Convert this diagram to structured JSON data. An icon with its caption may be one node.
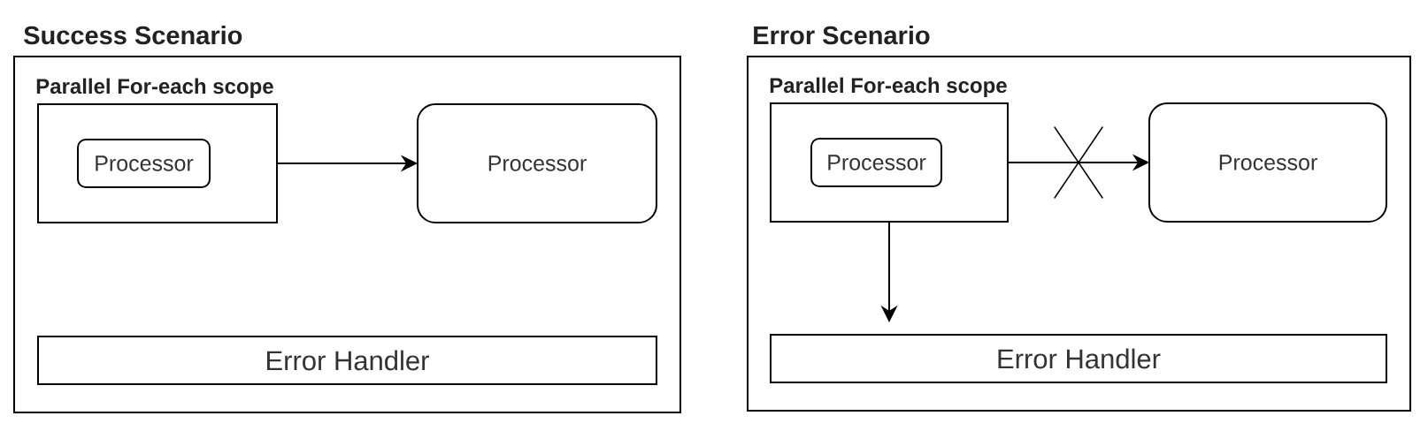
{
  "diagram": {
    "nodes": [
      {
        "text": [
          "Success Scenario"
        ]
      },
      {
        "text": [
          "Parallel For-each scope"
        ],
        "in": 0
      },
      {
        "text": [
          "Processor"
        ],
        "in": 1
      },
      {
        "text": [
          "Processor"
        ],
        "in": 0
      },
      {
        "text": [
          "Error Handler"
        ],
        "in": 0
      },
      {
        "text": [
          "Error Scenario"
        ]
      },
      {
        "text": [
          "Parallel For-each scope"
        ],
        "in": 5
      },
      {
        "text": [
          "Processor"
        ],
        "in": 6
      },
      {
        "text": [
          "Processor"
        ],
        "in": 5
      },
      {
        "text": [
          "Error Handler"
        ],
        "in": 5
      }
    ],
    "edges": [
      {
        "from": 1,
        "to": 3,
        "arrow": "to"
      },
      {
        "from": 6,
        "to": 8,
        "arrow": "to"
      },
      {
        "from": 6,
        "to": 9,
        "arrow": "to"
      }
    ]
  }
}
